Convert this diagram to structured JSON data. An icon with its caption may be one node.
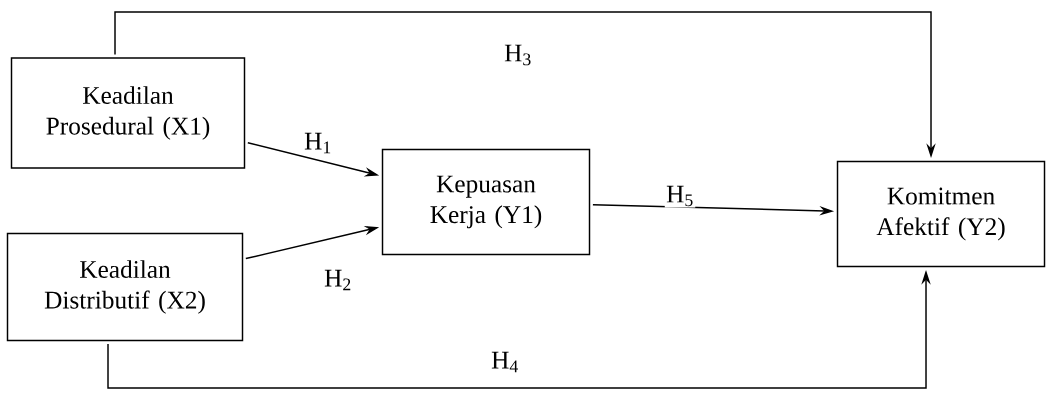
{
  "diagram": {
    "nodes": [
      {
        "text": [
          "Keadilan Prosedural (X1)"
        ]
      },
      {
        "text": [
          "Keadilan Distributif (X2)"
        ]
      },
      {
        "text": [
          "Kepuasan Kerja (Y1)"
        ]
      },
      {
        "text": [
          "Komitmen Afektif (Y2)"
        ]
      }
    ],
    "edges": [
      {
        "from": 0,
        "to": 2,
        "arrow": "to",
        "label": "H$_{1}$"
      },
      {
        "from": 1,
        "to": 2,
        "arrow": "to",
        "label": "H$_{2}$"
      },
      {
        "from": 0,
        "to": 3,
        "arrow": "to",
        "label": "H$_{3}$"
      },
      {
        "from": 1,
        "to": 3,
        "arrow": "to",
        "label": "H$_{4}$"
      },
      {
        "from": 2,
        "to": 3,
        "arrow": "to",
        "label": "H$_{5}$"
      }
    ]
  }
}
